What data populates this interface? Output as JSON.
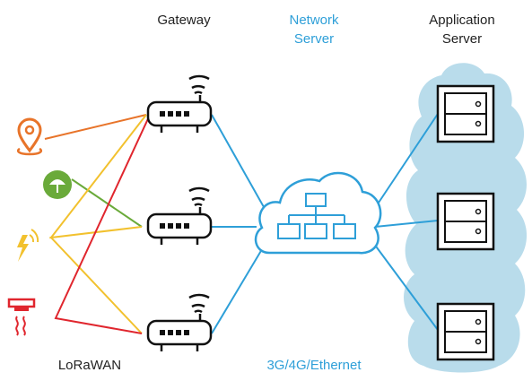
{
  "labels": {
    "gateway": "Gateway",
    "network_server_line1": "Network",
    "network_server_line2": "Server",
    "application_server_line1": "Application",
    "application_server_line2": "Server",
    "lorawan": "LoRaWAN",
    "backhaul": "3G/4G/Ethernet"
  },
  "colors": {
    "blue": "#2e9fd8",
    "cloud_fill": "#b9dceb",
    "orange": "#e8742a",
    "green": "#6aaa3a",
    "yellow": "#f2c12e",
    "red": "#e0262e"
  },
  "devices": [
    "location-pin-icon",
    "leaf-sensor-icon",
    "power-meter-icon",
    "smoke-detector-icon"
  ]
}
